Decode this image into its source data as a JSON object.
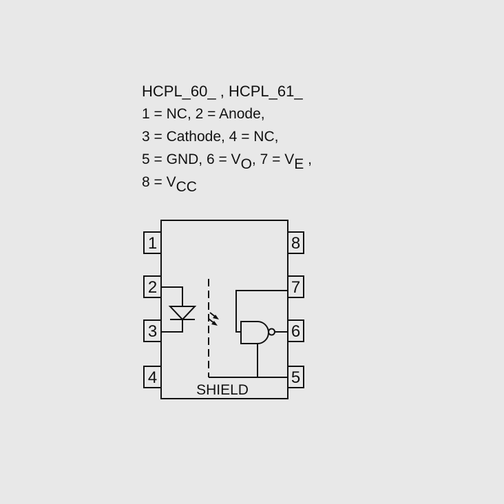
{
  "header": {
    "part_numbers": "HCPL_60_ , HCPL_61_"
  },
  "pin_assignments": {
    "row1": "1 = NC, 2 = Anode,",
    "row2": "3 = Cathode, 4 = NC,",
    "row3_prefix": "5 = GND, 6 = V",
    "row3_vo_sub": "O",
    "row3_mid": ", 7 = V",
    "row3_ve_sub": "E",
    "row3_suffix": " ,",
    "row4_prefix": "8 = V",
    "row4_vcc_sub": "CC"
  },
  "pins": {
    "p1": "1",
    "p2": "2",
    "p3": "3",
    "p4": "4",
    "p5": "5",
    "p6": "6",
    "p7": "7",
    "p8": "8"
  },
  "shield_label": "SHIELD",
  "colors": {
    "background": "#e8e8e8",
    "ink": "#111111"
  }
}
